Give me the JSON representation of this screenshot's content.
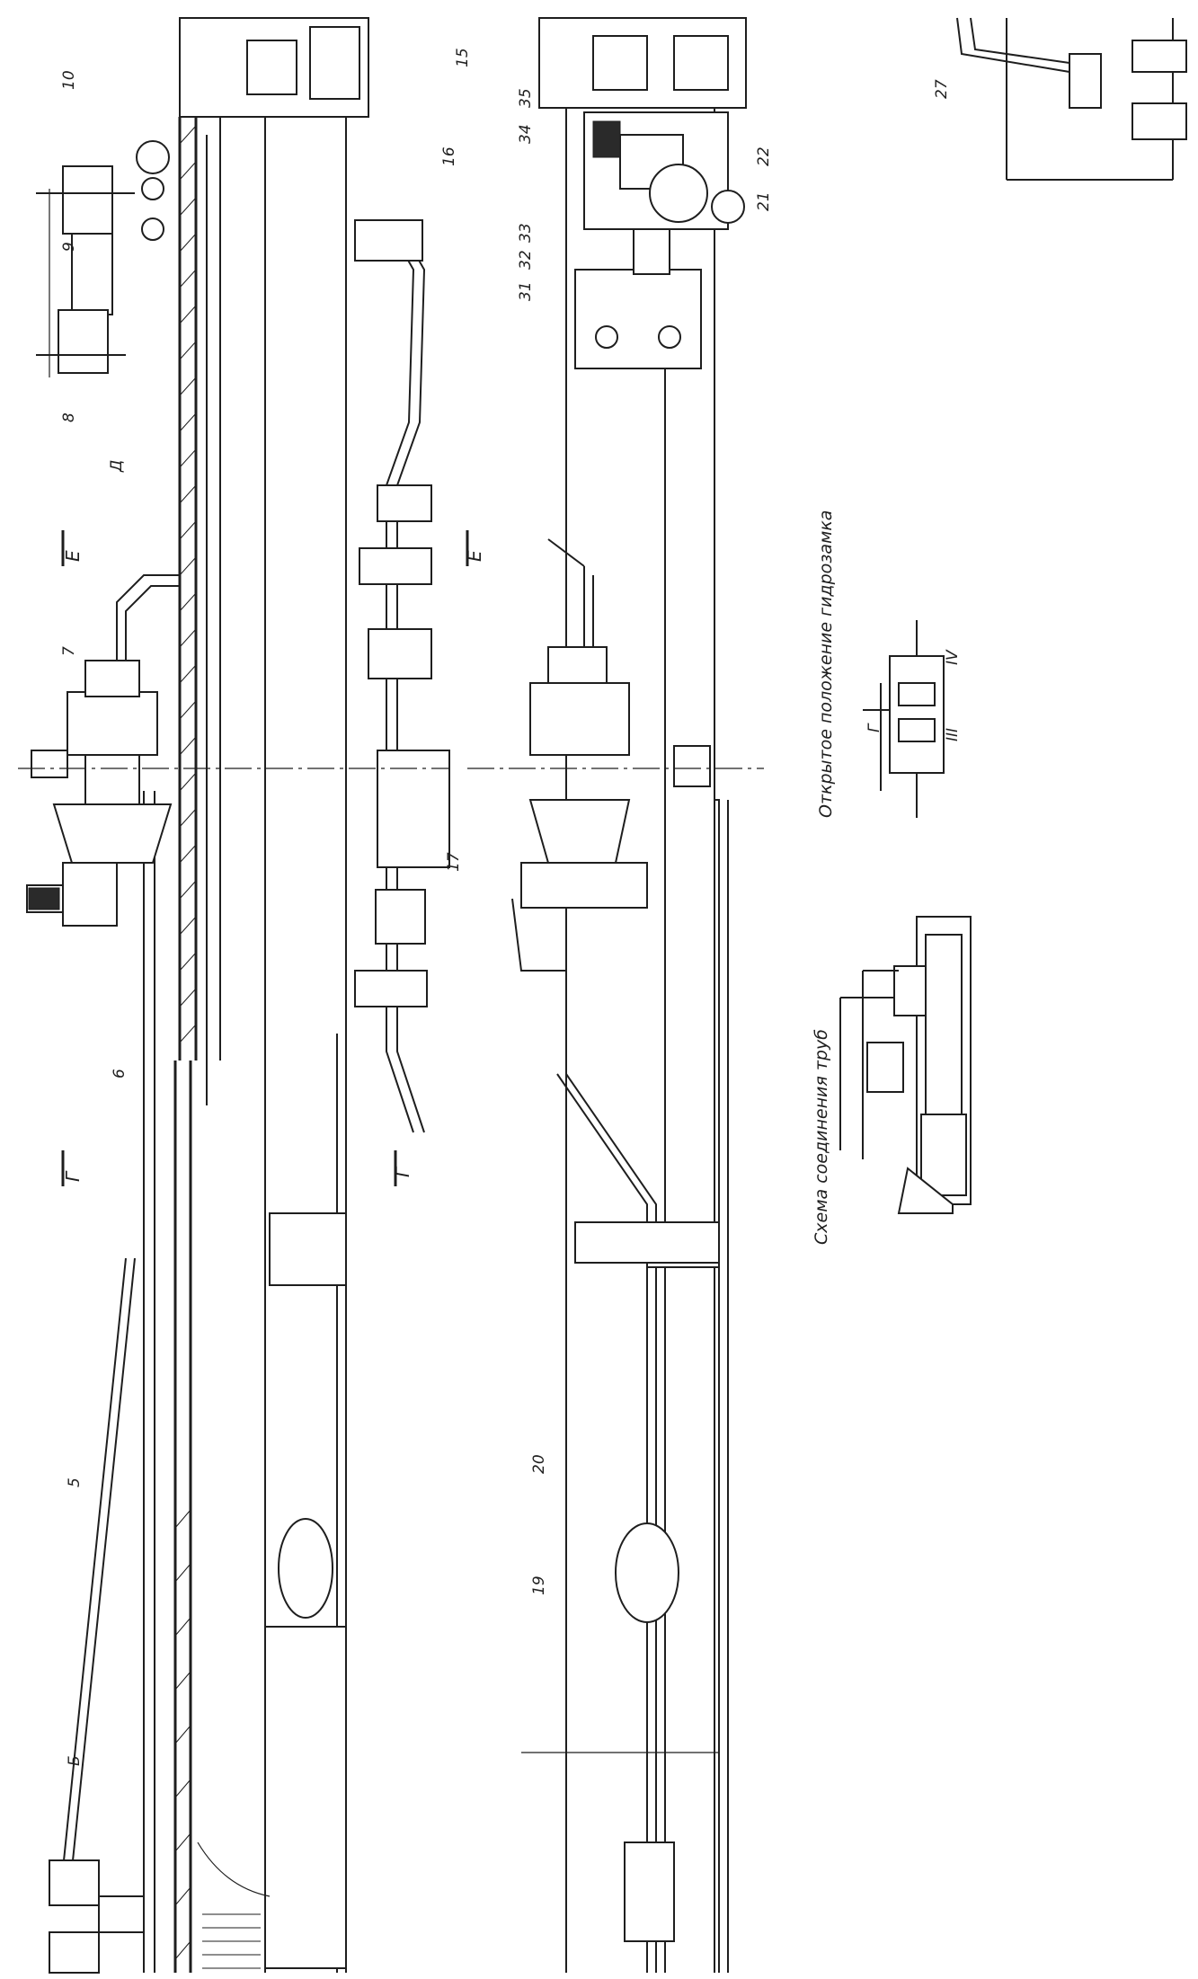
{
  "drawing": {
    "part_labels": [
      "10",
      "9",
      "8",
      "Д",
      "7",
      "6",
      "5",
      "Б",
      "15",
      "16",
      "17",
      "35",
      "34",
      "33",
      "32",
      "31",
      "22",
      "21",
      "19",
      "20",
      "27"
    ],
    "section_marks": [
      "Е",
      "Е",
      "Г",
      "Г"
    ],
    "callouts_roman": [
      "IV",
      "III"
    ],
    "callout_letter": "Г",
    "caption_open_position": "Открытое положение гидрозамка",
    "caption_pipe_scheme": "Схема соединения труб"
  }
}
